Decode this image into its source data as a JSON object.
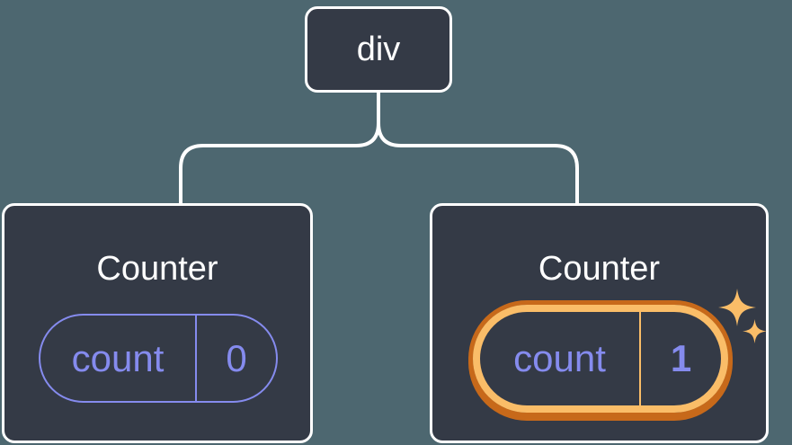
{
  "diagram": {
    "description": "React component tree with state",
    "root": {
      "label": "div"
    },
    "children": [
      {
        "title": "Counter",
        "state_key": "count",
        "state_value": "0",
        "highlighted": false
      },
      {
        "title": "Counter",
        "state_key": "count",
        "state_value": "1",
        "highlighted": true
      }
    ]
  },
  "colors": {
    "background": "#4D6770",
    "card_background": "#343A46",
    "card_border": "#FFFFFF",
    "state_accent": "#858BEE",
    "highlight_outer": "#C7691A",
    "highlight_inner": "#FABD68",
    "sparkle": "#FABD68",
    "connector": "#FFFFFF",
    "title_text": "#FFFFFF"
  }
}
